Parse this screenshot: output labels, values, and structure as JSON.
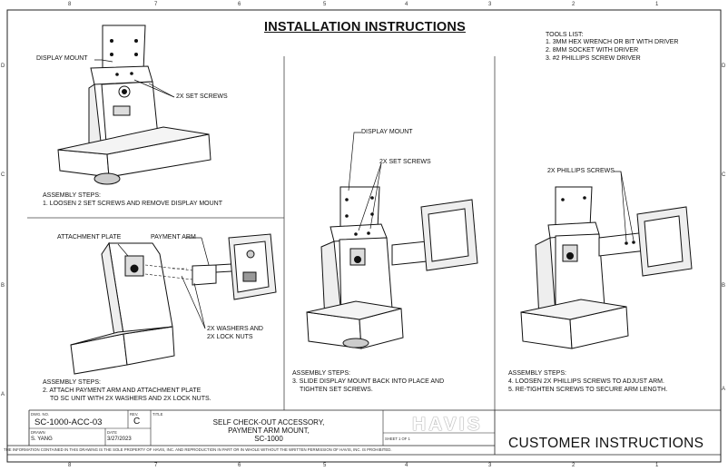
{
  "title": "INSTALLATION INSTRUCTIONS",
  "zones": {
    "top": [
      "8",
      "7",
      "6",
      "5",
      "4",
      "3",
      "2",
      "1"
    ],
    "side": [
      "D",
      "C",
      "B",
      "A"
    ]
  },
  "tools": {
    "heading": "TOOLS LIST:",
    "items": [
      "1. 3MM HEX WRENCH OR BIT WITH DRIVER",
      "2. 8MM SOCKET WITH DRIVER",
      "3. #2 PHILLIPS SCREW DRIVER"
    ]
  },
  "panel1": {
    "label_display_mount": "DISPLAY MOUNT",
    "label_set_screws": "2X SET SCREWS",
    "steps_heading": "ASSEMBLY STEPS:",
    "step": "1. LOOSEN 2 SET SCREWS AND REMOVE DISPLAY MOUNT"
  },
  "panel2": {
    "label_attachment_plate": "ATTACHMENT PLATE",
    "label_payment_arm": "PAYMENT ARM",
    "label_washers_1": "2X WASHERS AND",
    "label_washers_2": "2X LOCK NUTS",
    "steps_heading": "ASSEMBLY STEPS:",
    "step_1": "2. ATTACH PAYMENT ARM AND ATTACHMENT PLATE",
    "step_2": "TO SC UNIT WITH 2X WASHERS AND 2X LOCK NUTS."
  },
  "panel3": {
    "label_display_mount": "DISPLAY MOUNT",
    "label_set_screws": "2X SET SCREWS",
    "steps_heading": "ASSEMBLY STEPS:",
    "step_1": "3. SLIDE DISPLAY MOUNT BACK INTO PLACE AND",
    "step_2": "TIGHTEN SET SCREWS."
  },
  "panel4": {
    "label_phillips": "2X PHILLIPS SCREWS",
    "steps_heading": "ASSEMBLY STEPS:",
    "step_1": "4. LOOSEN 2X PHILLIPS SCREWS TO ADJUST ARM.",
    "step_2": "5. RE-TIGHTEN SCREWS TO SECURE ARM LENGTH."
  },
  "title_block": {
    "dwg_no_label": "DWG. NO.",
    "dwg_no": "SC-1000-ACC-03",
    "rev_label": "REV.",
    "rev": "C",
    "title_label": "TITLE",
    "title_1": "SELF CHECK-OUT ACCESSORY,",
    "title_2": "PAYMENT ARM MOUNT,",
    "title_3": "SC-1000",
    "drawn_label": "DRAWN",
    "drawn": "S. YANG",
    "date_label": "DATE",
    "date": "3/27/2023",
    "sheet": "SHEET 1 OF 1",
    "logo": "HAVIS",
    "footer": "THE INFORMATION CONTAINED IN THIS DRAWING IS THE SOLE PROPERTY OF HAVIS, INC. AND REPRODUCTION IN PART OR IN WHOLE WITHOUT THE WRITTEN PERMISSION OF HAVIS, INC. IS PROHIBITED.",
    "customer": "CUSTOMER INSTRUCTIONS"
  }
}
